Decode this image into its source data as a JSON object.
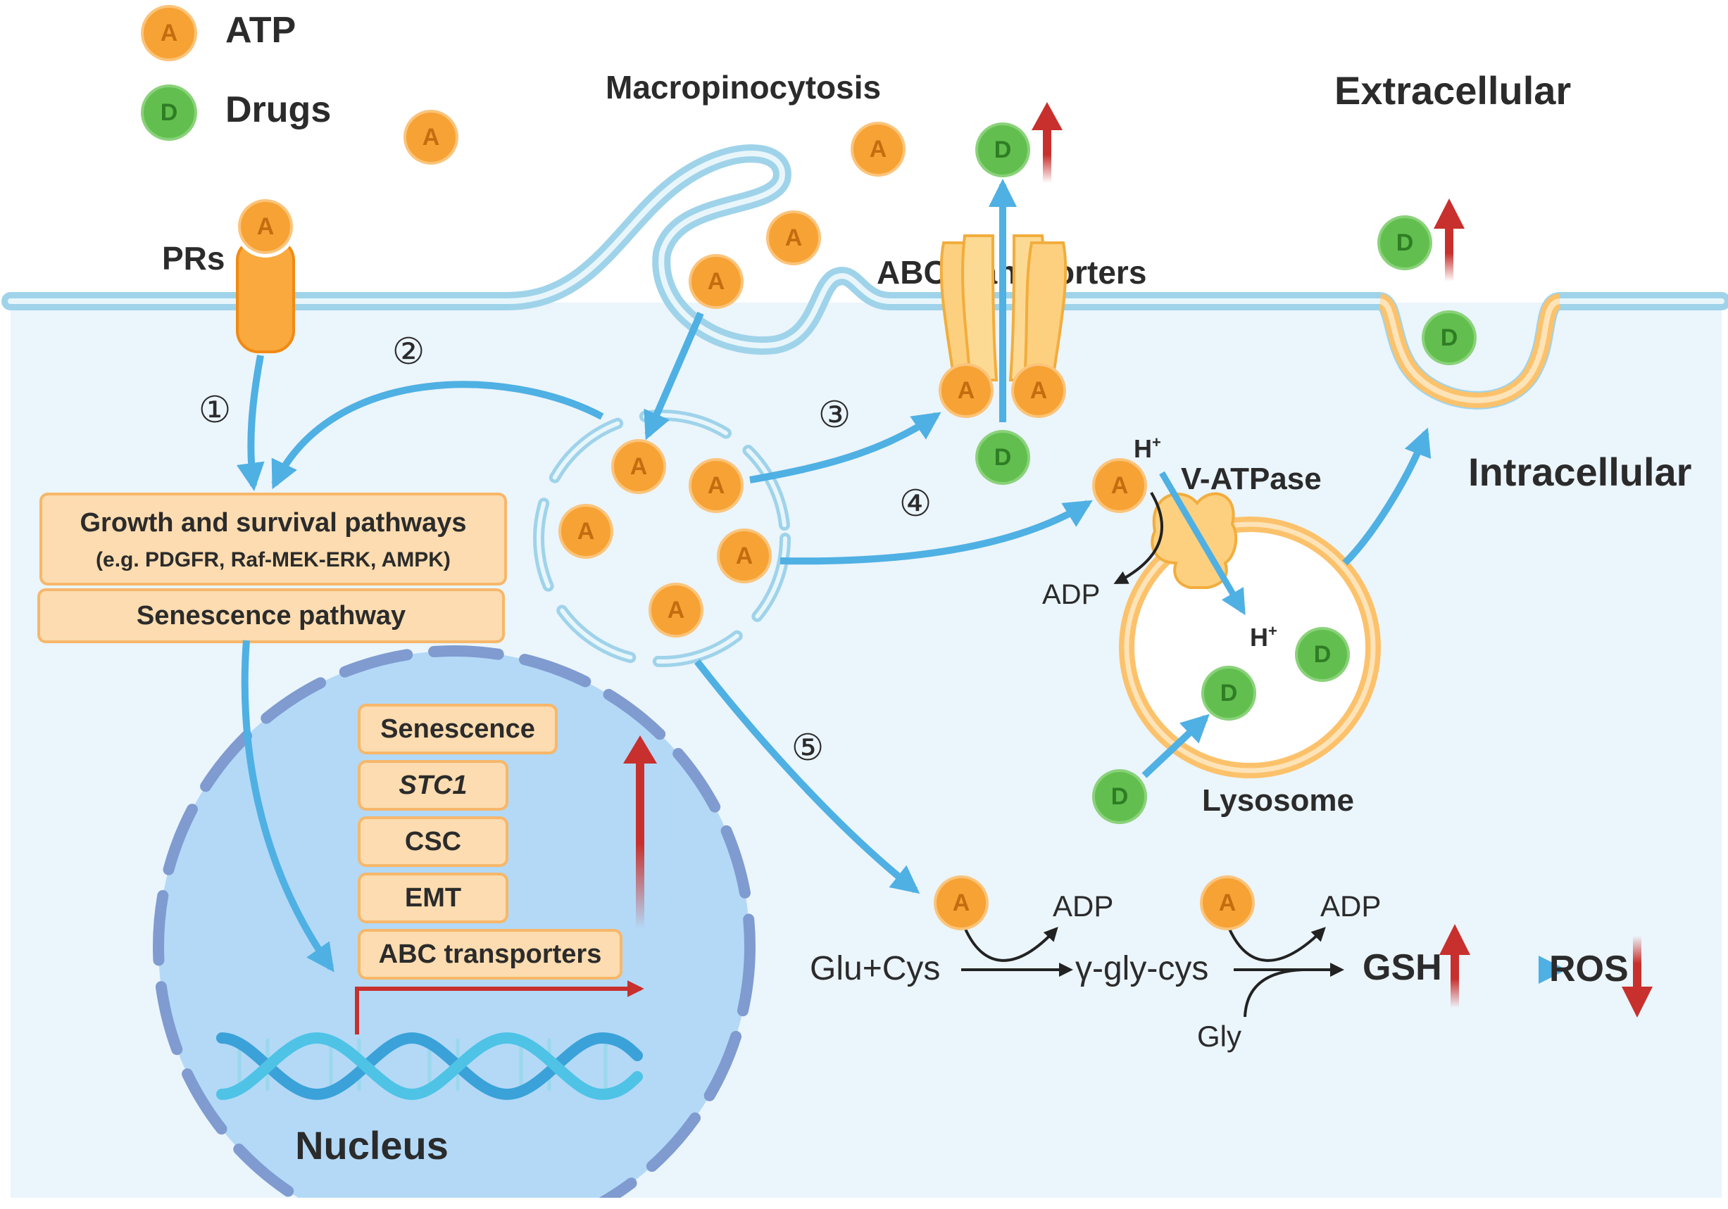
{
  "legend": [
    {
      "symbol": "A",
      "label": "ATP",
      "color": "#f7a234"
    },
    {
      "symbol": "D",
      "label": "Drugs",
      "color": "#62bf4f"
    }
  ],
  "labels": {
    "macropinocytosis": "Macropinocytosis",
    "extracellular": "Extracellular",
    "intracellular": "Intracellular",
    "prs": "PRs",
    "abc_transporters": "ABC transporters",
    "v_atpase": "V-ATPase",
    "adp": "ADP",
    "h_plus": "H",
    "h_plus_sup": "+",
    "lysosome": "Lysosome",
    "nucleus": "Nucleus"
  },
  "steps": [
    "①",
    "②",
    "③",
    "④",
    "⑤"
  ],
  "pathways": {
    "growth_title": "Growth and survival pathways",
    "growth_sub": "(e.g. PDGFR, Raf-MEK-ERK, AMPK)",
    "senescence": "Senescence pathway"
  },
  "nucleus_genes": [
    "Senescence",
    "STC1",
    "CSC",
    "EMT",
    "ABC transporters"
  ],
  "reaction": {
    "substrate": "Glu+Cys",
    "intermediate": "γ-gly-cys",
    "adp_1": "ADP",
    "adp_2": "ADP",
    "gly": "Gly",
    "gsh": "GSH",
    "ros": "ROS"
  },
  "colors": {
    "atp": "#f7a234",
    "drug": "#62bf4f",
    "cytoplasm": "#ebf5fc",
    "membrane": "#9fd3ea",
    "arrow_blue": "#4fb0e3",
    "arrow_red": "#c8302d",
    "pathway_box": "#fcdcb0",
    "nucleus": "#b3d9f7",
    "nuclear_envelope": "#7f9bd0"
  }
}
